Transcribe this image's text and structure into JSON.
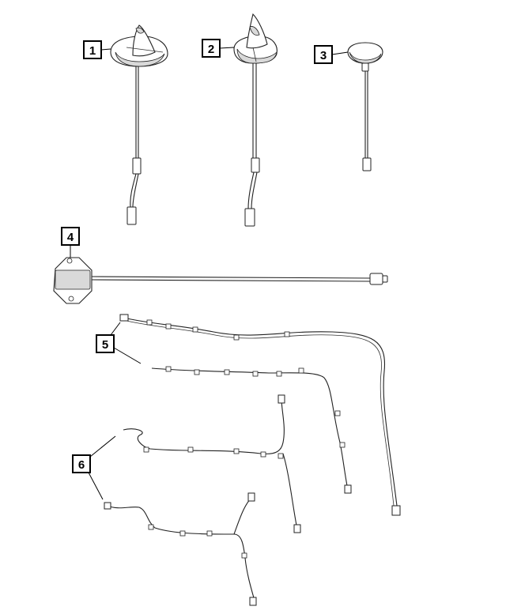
{
  "callouts": [
    {
      "id": "1",
      "label": "1"
    },
    {
      "id": "2",
      "label": "2"
    },
    {
      "id": "3",
      "label": "3"
    },
    {
      "id": "4",
      "label": "4"
    },
    {
      "id": "5",
      "label": "5"
    },
    {
      "id": "6",
      "label": "6"
    }
  ],
  "parts": [
    {
      "callout": "1",
      "icon": "shark-fin-antenna-with-lead"
    },
    {
      "callout": "2",
      "icon": "shark-fin-antenna-with-lead"
    },
    {
      "callout": "3",
      "icon": "low-profile-antenna-with-lead"
    },
    {
      "callout": "4",
      "icon": "antenna-module-with-cable"
    },
    {
      "callout": "5",
      "icon": "antenna-cable-harness"
    },
    {
      "callout": "6",
      "icon": "antenna-cable-harness"
    }
  ]
}
